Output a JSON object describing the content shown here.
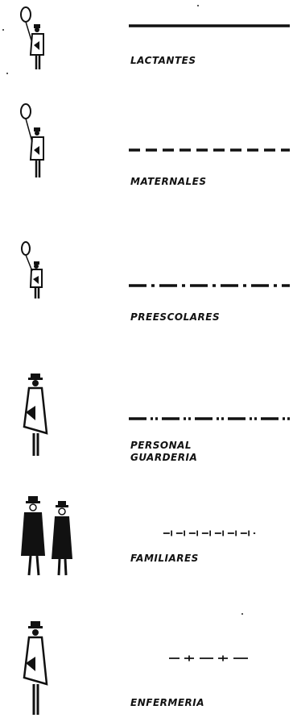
{
  "legend": {
    "items": [
      {
        "id": "lactantes",
        "label_lines": [
          "LACTANTES"
        ],
        "line_style": "solid",
        "figure": "child-with-balloon"
      },
      {
        "id": "maternales",
        "label_lines": [
          "MATERNALES"
        ],
        "line_style": "dashed",
        "figure": "child-with-balloon"
      },
      {
        "id": "preescolares",
        "label_lines": [
          "PREESCOLARES"
        ],
        "line_style": "dash-dot",
        "figure": "child-with-balloon"
      },
      {
        "id": "personal-guarderia",
        "label_lines": [
          "PERSONAL",
          "GUARDERIA"
        ],
        "line_style": "dash-double-dot",
        "figure": "adult"
      },
      {
        "id": "familiares",
        "label_lines": [
          "FAMILIARES"
        ],
        "line_style": "dash-tick",
        "figure": "two-adults"
      },
      {
        "id": "enfermeria",
        "label_lines": [
          "ENFERMERIA"
        ],
        "line_style": "dash-plus",
        "figure": "adult"
      }
    ]
  },
  "colors": {
    "ink": "#111111",
    "background": "#ffffff"
  }
}
